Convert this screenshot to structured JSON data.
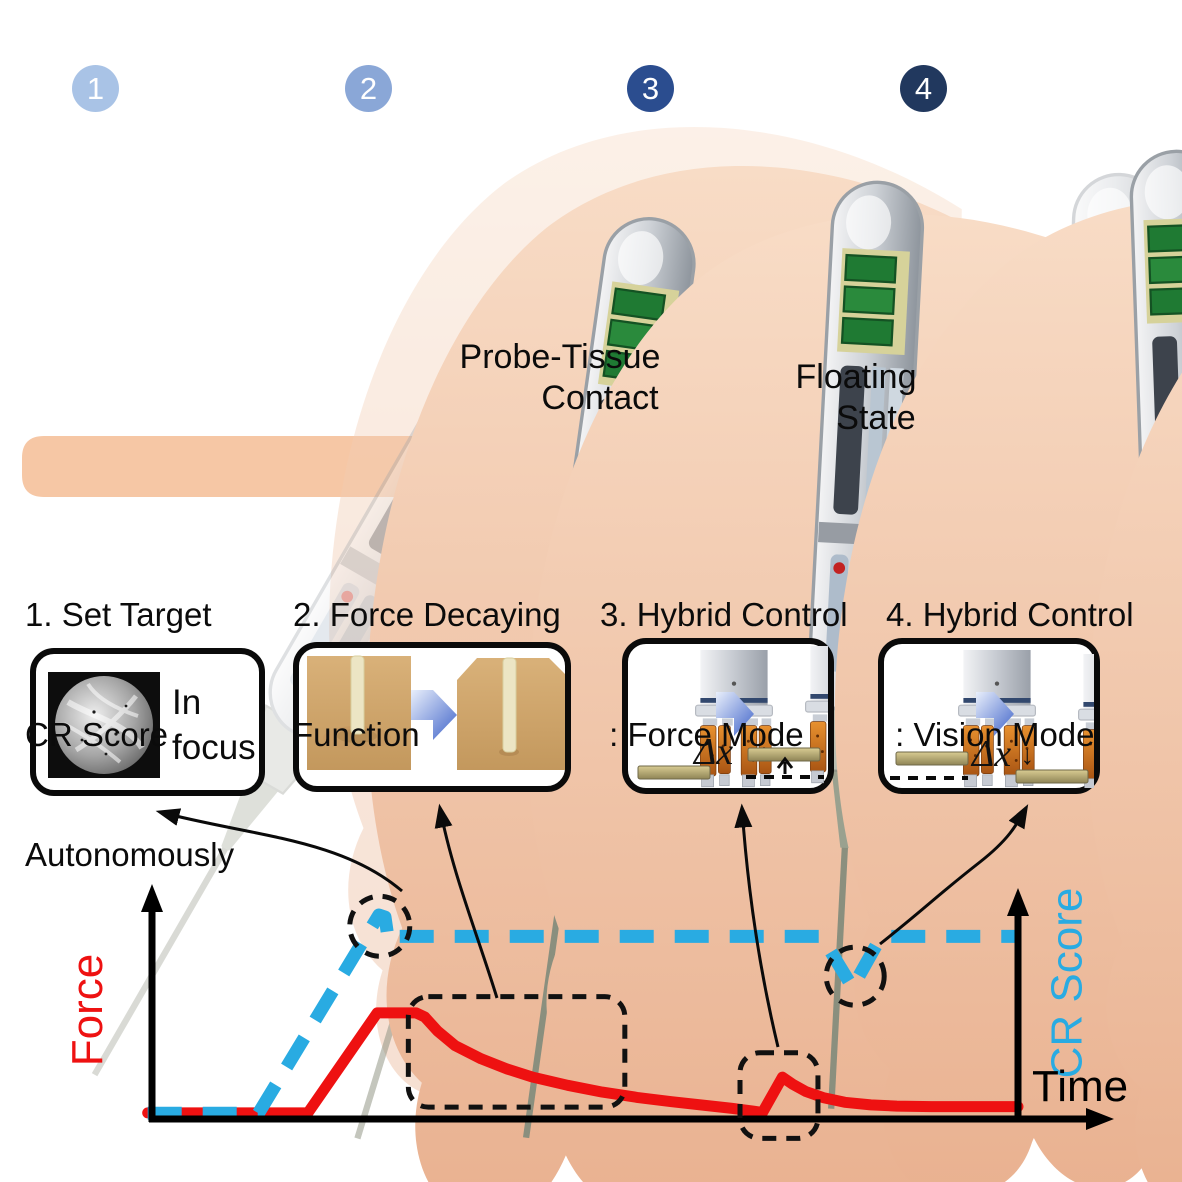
{
  "figure": {
    "steps": [
      {
        "number": "1",
        "badge_color": "#a9c3e6",
        "title_lines": [
          "1. Set Target",
          "CR Score",
          "Autonomously"
        ]
      },
      {
        "number": "2",
        "badge_color": "#8aa7d7",
        "title_lines": [
          "2. Force Decaying",
          "Function",
          ""
        ]
      },
      {
        "number": "3",
        "badge_color": "#2b4d8f",
        "title_lines": [
          "3. Hybrid Control",
          " : Force Mode",
          ""
        ]
      },
      {
        "number": "4",
        "badge_color": "#21385e",
        "title_lines": [
          "4. Hybrid Control",
          " : Vision Mode",
          ""
        ]
      }
    ],
    "scene_labels": {
      "contact_line1": "Probe-Tissue",
      "contact_line2": "Contact",
      "floating_line1": "Floating",
      "floating_line2": "State"
    },
    "insets": {
      "focus_line1": "In",
      "focus_line2": "focus",
      "delta_x_force": "Δx",
      "delta_x_force_arrow": "↑",
      "delta_x_vision": "Δx",
      "delta_x_vision_arrow": "↓"
    },
    "colors": {
      "force_red": "#ee1111",
      "cr_blue": "#29abe2",
      "tissue": "#f6c7a5"
    }
  },
  "chart_data": {
    "type": "line",
    "title": "",
    "xlabel": "Time",
    "ylabel_left": "Force",
    "ylabel_right": "CR Score",
    "x_range": [
      0,
      100
    ],
    "y_range": [
      0,
      1.1
    ],
    "grid": false,
    "legend_position": "none",
    "series": [
      {
        "name": "Force",
        "color": "#ee1111",
        "style": "solid",
        "points": [
          [
            -0.5,
            0.03
          ],
          [
            18,
            0.03
          ],
          [
            26,
            0.52
          ],
          [
            30.5,
            0.52
          ],
          [
            31.5,
            0.5
          ],
          [
            33,
            0.43
          ],
          [
            35,
            0.36
          ],
          [
            38,
            0.295
          ],
          [
            41,
            0.245
          ],
          [
            44,
            0.205
          ],
          [
            48,
            0.165
          ],
          [
            52,
            0.132
          ],
          [
            56,
            0.106
          ],
          [
            60,
            0.085
          ],
          [
            64,
            0.066
          ],
          [
            67,
            0.052
          ],
          [
            69.5,
            0.038
          ],
          [
            70.5,
            0.032
          ],
          [
            72.8,
            0.205
          ],
          [
            74,
            0.17
          ],
          [
            75.5,
            0.135
          ],
          [
            77.5,
            0.105
          ],
          [
            80,
            0.082
          ],
          [
            83,
            0.069
          ],
          [
            86,
            0.063
          ],
          [
            90,
            0.061
          ],
          [
            100,
            0.061
          ]
        ]
      },
      {
        "name": "CR Score",
        "color": "#29abe2",
        "style": "dashed",
        "points": [
          [
            -0.5,
            0.028
          ],
          [
            12.3,
            0.028
          ],
          [
            26.2,
            1.0
          ],
          [
            26.9,
            0.99
          ],
          [
            27.3,
            0.875
          ],
          [
            28.6,
            0.895
          ],
          [
            77.3,
            0.895
          ],
          [
            80.9,
            0.645
          ],
          [
            84.2,
            0.895
          ],
          [
            100,
            0.895
          ]
        ]
      }
    ],
    "annotations": [
      {
        "shape": "circle",
        "label": "cr-score-reached",
        "t": 26.3,
        "v": 0.945,
        "r": 30
      },
      {
        "shape": "rect",
        "label": "force-decay-region",
        "t0": 29.6,
        "t1": 54.6,
        "v0": 0.6,
        "v1": 0.058
      },
      {
        "shape": "rect",
        "label": "force-bump-region",
        "t0": 67.9,
        "t1": 76.9,
        "v0": 0.325,
        "v1": -0.095
      },
      {
        "shape": "circle",
        "label": "cr-dip",
        "t": 81.2,
        "v": 0.7,
        "r": 29
      }
    ]
  }
}
